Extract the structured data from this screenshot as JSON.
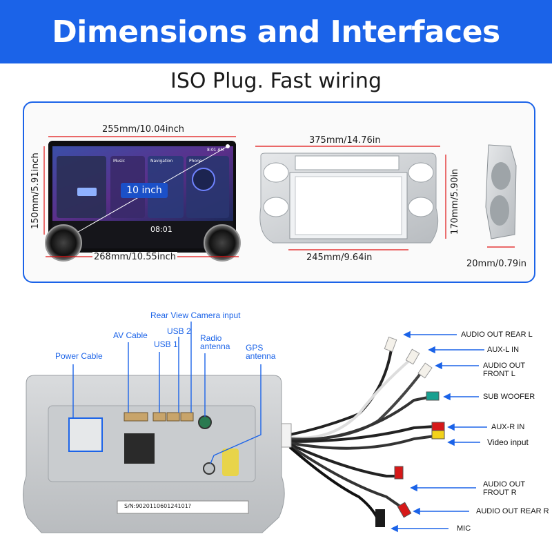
{
  "header": {
    "title": "Dimensions and Interfaces"
  },
  "subtitle": "ISO Plug. Fast wiring",
  "colors": {
    "accent": "#1b63e8",
    "dimension_line": "#e01010"
  },
  "dimensions": {
    "screen_width": "255mm/10.04inch",
    "screen_height": "150mm/5.91inch",
    "screen_diagonal": "10 inch",
    "screen_bottom_width": "268mm/10.55inch",
    "frame_width": "375mm/14.76in",
    "frame_height": "170mm/5.90in",
    "frame_inner_width": "245mm/9.64in",
    "depth": "20mm/0.79in"
  },
  "screen_ui": {
    "status_time": "8:01 AM",
    "panel_music": "Music",
    "panel_navigation": "Navigation",
    "panel_phone": "Phone",
    "clock": "08:01"
  },
  "rear_labels": {
    "power_cable": "Power Cable",
    "av_cable": "AV Cable",
    "usb1": "USB 1",
    "usb2": "USB 2",
    "rear_camera": "Rear View Camera input",
    "radio_antenna_1": "Radio",
    "radio_antenna_2": "antenna",
    "gps_antenna_1": "GPS",
    "gps_antenna_2": "antenna",
    "serial": "S/N:902011060124101?"
  },
  "harness_labels": {
    "audio_out_rear_l": "AUDIO OUT REAR L",
    "aux_l_in": "AUX-L IN",
    "audio_out_front_l_1": "AUDIO OUT",
    "audio_out_front_l_2": "FRONT L",
    "sub_woofer": "SUB WOOFER",
    "aux_r_in": "AUX-R IN",
    "video_input": "Video input",
    "audio_out_frout_r_1": "AUDIO OUT",
    "audio_out_frout_r_2": "FROUT R",
    "audio_out_rear_r": "AUDIO OUT REAR R",
    "mic": "MIC"
  }
}
